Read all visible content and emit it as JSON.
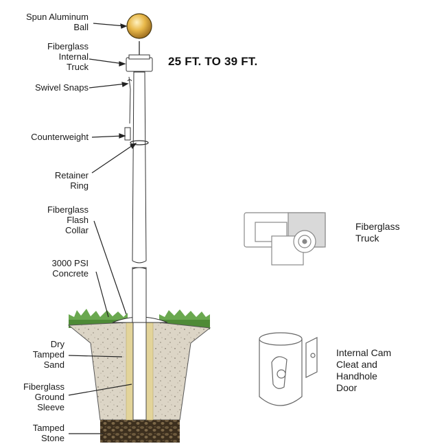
{
  "title": "25 FT. TO 39 FT.",
  "labels": {
    "ball": [
      "Spun Aluminum",
      "Ball"
    ],
    "internal_truck": [
      "Fiberglass",
      "Internal",
      "Truck"
    ],
    "swivel_snaps": [
      "Swivel Snaps"
    ],
    "counterweight": [
      "Counterweight"
    ],
    "retainer_ring": [
      "Retainer",
      "Ring"
    ],
    "flash_collar": [
      "Fiberglass",
      "Flash",
      "Collar"
    ],
    "concrete": [
      "3000 PSI",
      "Concrete"
    ],
    "sand": [
      "Dry",
      "Tamped",
      "Sand"
    ],
    "ground_sleeve": [
      "Fiberglass",
      "Ground",
      "Sleeve"
    ],
    "stone": [
      "Tamped",
      "Stone"
    ],
    "truck_detail": [
      "Fiberglass",
      "Truck"
    ],
    "cam_cleat": [
      "Internal Cam",
      "Cleat and",
      "Handhole",
      "Door"
    ]
  },
  "colors": {
    "ball": "#e8b84a",
    "grass": "#6aa84f",
    "concrete": "#d9d2c4",
    "stone": "#4a3c28",
    "sleeve": "#e3d49a"
  }
}
